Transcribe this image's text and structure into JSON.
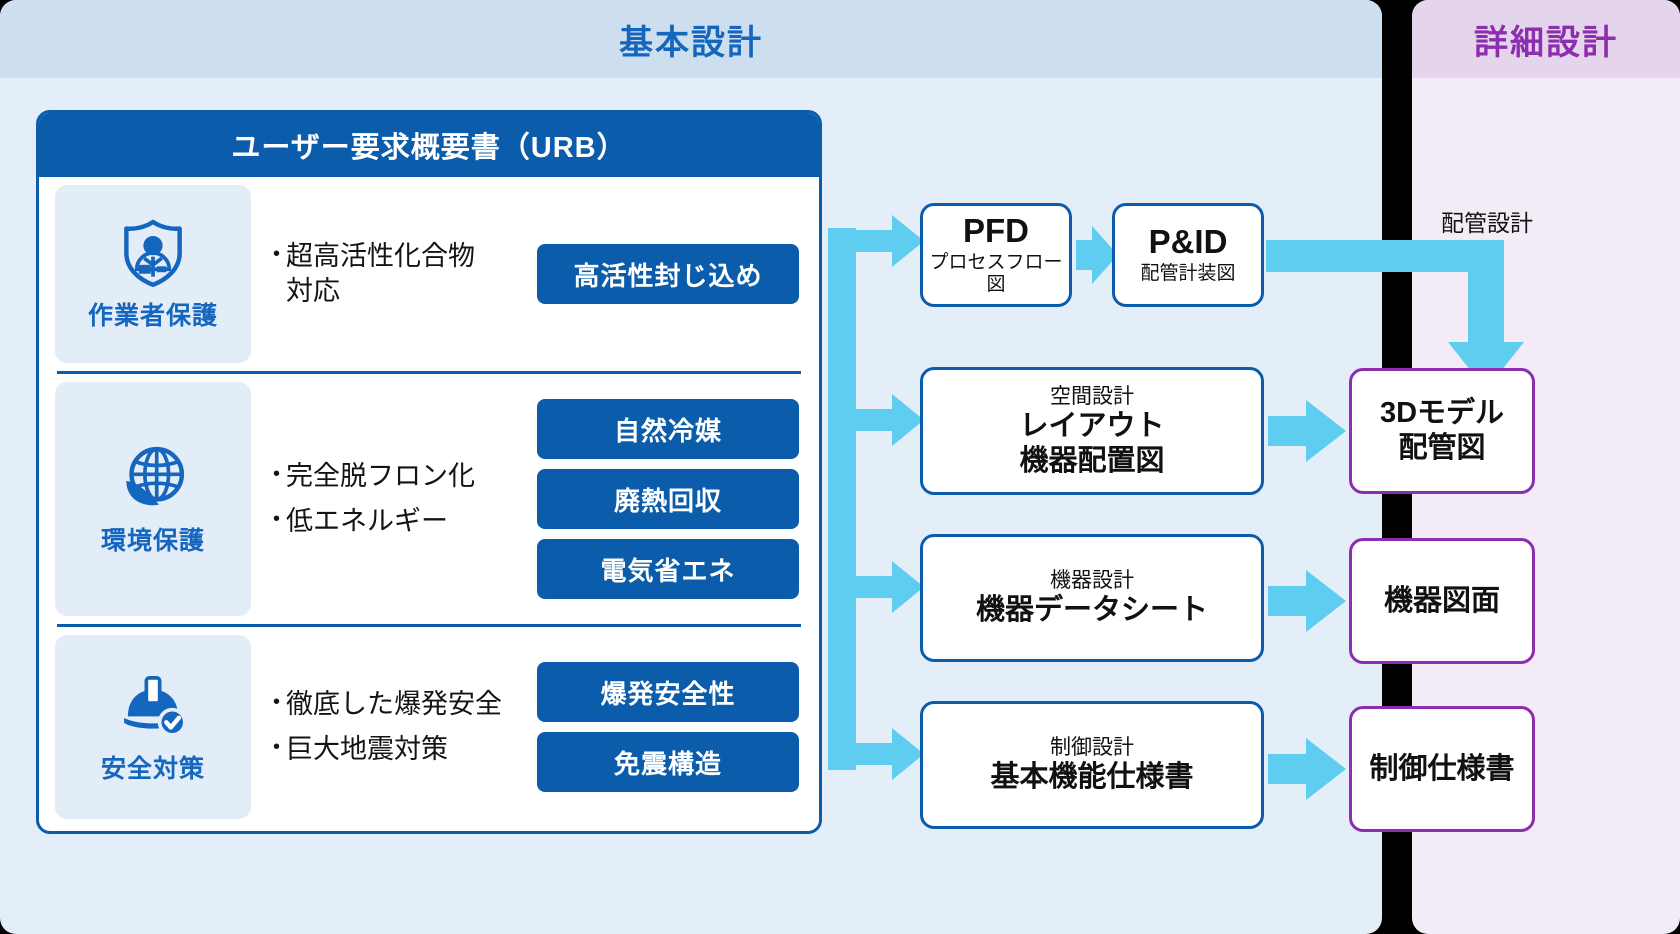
{
  "panels": {
    "basic": {
      "title": "基本設計"
    },
    "detail": {
      "title": "詳細設計"
    }
  },
  "urb": {
    "title": "ユーザー要求概要書（URB）",
    "rows": [
      {
        "icon": "shield-person-icon",
        "category": "作業者保護",
        "bullets": [
          "超高活性化合物\n対応"
        ],
        "tags": [
          "高活性封じ込め"
        ]
      },
      {
        "icon": "globe-leaf-icon",
        "category": "環境保護",
        "bullets": [
          "完全脱フロン化",
          "低エネルギー"
        ],
        "tags": [
          "自然冷媒",
          "廃熱回収",
          "電気省エネ"
        ]
      },
      {
        "icon": "helmet-check-icon",
        "category": "安全対策",
        "bullets": [
          "徹底した爆発安全",
          "巨大地震対策"
        ],
        "tags": [
          "爆発安全性",
          "免震構造"
        ]
      }
    ]
  },
  "documents": {
    "pfd": {
      "title": "PFD",
      "sub": "プロセスフロー図"
    },
    "pid": {
      "title": "P&ID",
      "sub": "配管計装図"
    },
    "layout": {
      "kicker": "空間設計",
      "main_line1": "レイアウト",
      "main_line2": "機器配置図"
    },
    "equipment": {
      "kicker": "機器設計",
      "main_line1": "機器データシート",
      "main_line2": ""
    },
    "control": {
      "kicker": "制御設計",
      "main_line1": "基本機能仕様書",
      "main_line2": ""
    }
  },
  "outputs": {
    "piping_label": "配管設計",
    "model3d_line1": "3Dモデル",
    "model3d_line2": "配管図",
    "drawing": "機器図面",
    "spec": "制御仕様書"
  },
  "colors": {
    "basic_panel_bg": "#e4eef8",
    "basic_header_bg": "#cddfee",
    "basic_accent": "#1566bf",
    "detail_panel_bg": "#f3ecf6",
    "detail_header_bg": "#e4d4ec",
    "detail_accent": "#8c2fae",
    "card_border": "#0b5cab",
    "tag_bg": "#0b5cab",
    "arrow": "#5ecdf0",
    "divider": "#000000"
  }
}
